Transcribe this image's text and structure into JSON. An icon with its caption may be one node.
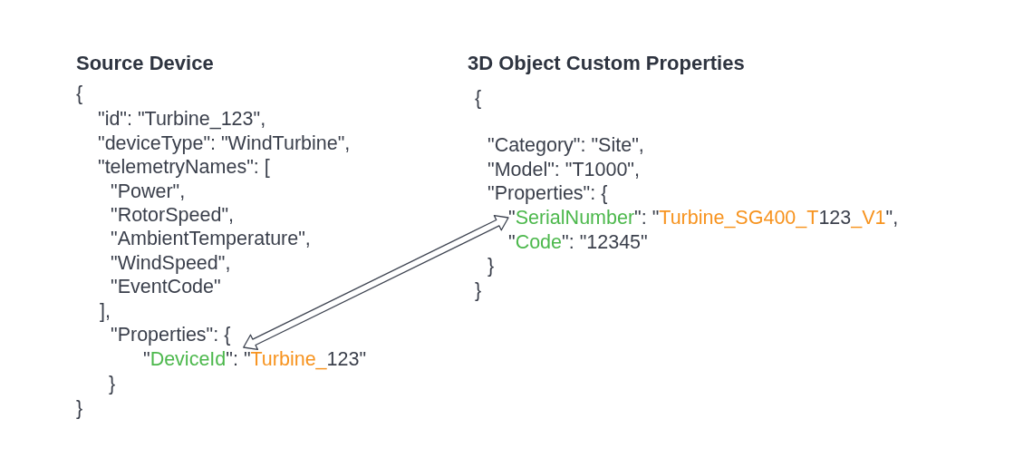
{
  "diagram": {
    "nodes": [
      {
        "text": [
          "\"DeviceId\": \"Turbine_123\""
        ]
      },
      {
        "text": [
          "\"SerialNumber\": \"Turbine_SG400_T123_V1\","
        ]
      }
    ],
    "edges": [
      {
        "from": 0,
        "to": 1,
        "arrow": "both"
      }
    ],
    "labels": [
      "Source Device",
      "{",
      "\"id\": \"Turbine_123\",",
      "\"deviceType\": \"WindTurbine\",",
      "\"telemetryNames\": [",
      "\"Power\",",
      "\"RotorSpeed\",",
      "\"AmbientTemperature\",",
      "\"WindSpeed\",",
      "\"EventCode\"",
      "],",
      "\"Properties\": {",
      "}",
      "}",
      "3D Object Custom Properties",
      "{",
      "\"Category\": \"Site\",",
      "\"Model\": \"T1000\",",
      "\"Properties\": {",
      "\"Code\": \"12345\"",
      "}",
      "}"
    ]
  }
}
